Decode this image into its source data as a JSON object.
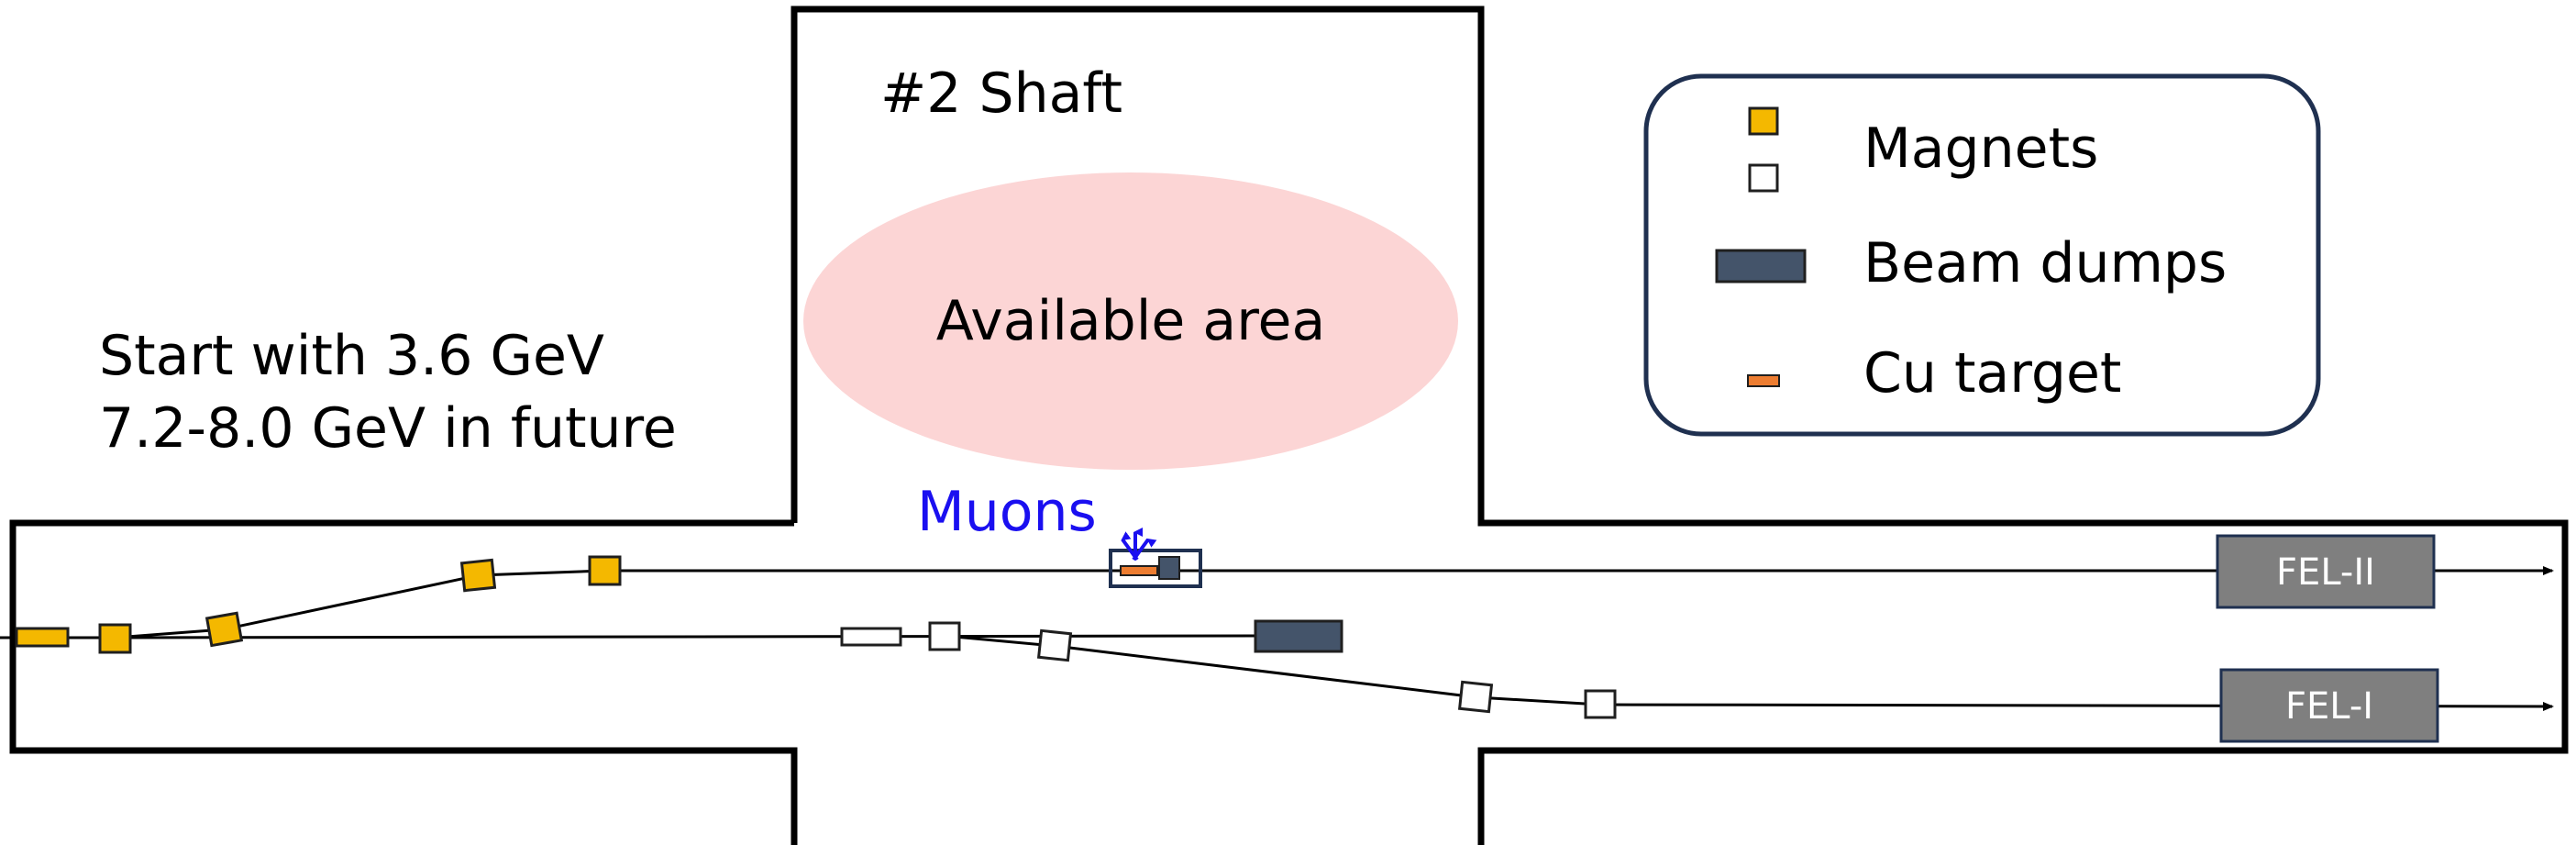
{
  "labels": {
    "shaft": "#2 Shaft",
    "available_area": "Available area",
    "energy_line1": "Start with 3.6 GeV",
    "energy_line2": "7.2-8.0 GeV in future",
    "muons": "Muons",
    "fel2": "FEL-II",
    "fel1": "FEL-I"
  },
  "legend": {
    "magnets": "Magnets",
    "beam_dumps": "Beam dumps",
    "cu_target": "Cu target"
  },
  "colors": {
    "magnet_yellow": "#f4b800",
    "magnet_white": "#ffffff",
    "beam_dump": "#44546a",
    "cu_target": "#ed7d31",
    "fel_box": "#7f7f7f",
    "available_area": "#fcd5d5",
    "muons_text": "#1a0ff0",
    "legend_border": "#1f3050"
  },
  "icons": {
    "muon_arrows": "arrow-up-icon",
    "beam_end": "arrow-right-icon"
  }
}
